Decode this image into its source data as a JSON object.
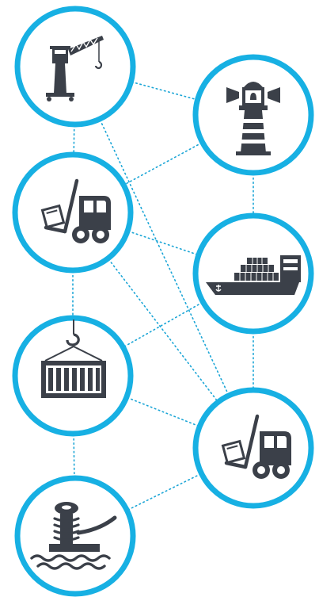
{
  "theme": {
    "ring_color": "#17b0e3",
    "link_color": "#1aa5d6",
    "icon_color": "#3b4049",
    "background": "#ffffff"
  },
  "nodes": [
    {
      "id": "crane",
      "icon": "crane-icon"
    },
    {
      "id": "lighthouse",
      "icon": "lighthouse-icon"
    },
    {
      "id": "forklift-top",
      "icon": "forklift-icon"
    },
    {
      "id": "cargo-ship",
      "icon": "cargo-ship-icon"
    },
    {
      "id": "container",
      "icon": "container-hook-icon"
    },
    {
      "id": "forklift-bottom",
      "icon": "forklift-icon"
    },
    {
      "id": "bollard",
      "icon": "mooring-bollard-icon"
    }
  ],
  "links": [
    [
      "crane",
      "lighthouse"
    ],
    [
      "crane",
      "forklift-top"
    ],
    [
      "crane",
      "forklift-bottom"
    ],
    [
      "lighthouse",
      "forklift-top"
    ],
    [
      "lighthouse",
      "cargo-ship"
    ],
    [
      "forklift-top",
      "cargo-ship"
    ],
    [
      "forklift-top",
      "container"
    ],
    [
      "forklift-top",
      "forklift-bottom"
    ],
    [
      "cargo-ship",
      "container"
    ],
    [
      "cargo-ship",
      "forklift-bottom"
    ],
    [
      "container",
      "forklift-bottom"
    ],
    [
      "container",
      "bollard"
    ],
    [
      "forklift-bottom",
      "bollard"
    ]
  ]
}
